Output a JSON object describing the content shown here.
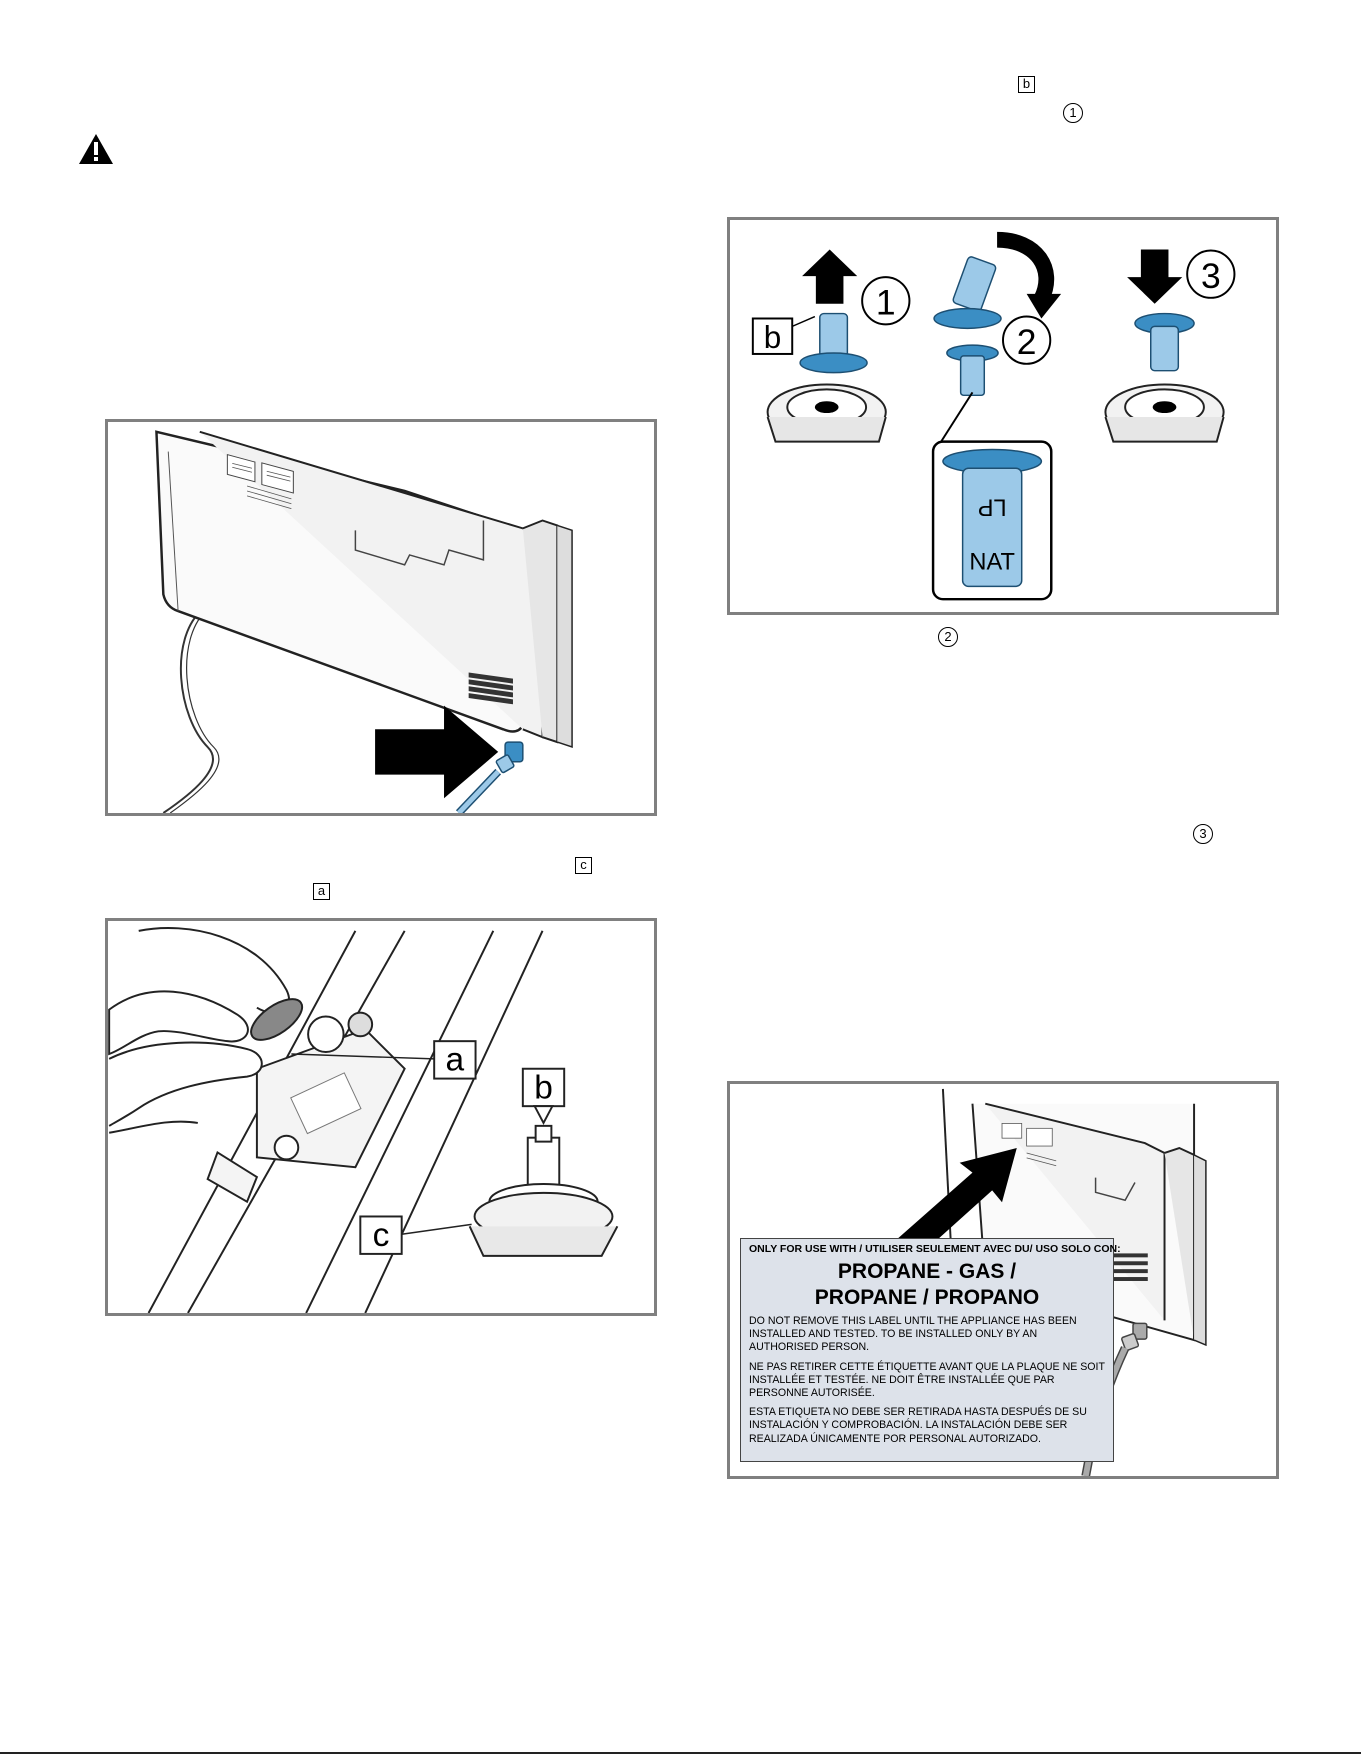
{
  "refs": {
    "b_top": "b",
    "one_top": "1",
    "two_mid": "2",
    "three_mid": "3",
    "c_left": "c",
    "a_left": "a"
  },
  "figure_nozzle": {
    "callout_b": "b",
    "step1": "1",
    "step2": "2",
    "step3": "3",
    "nozzle_lp": "LP",
    "nozzle_nat": "NAT"
  },
  "figure_regulator": {
    "callout_a": "a",
    "callout_b": "b",
    "callout_c": "c"
  },
  "label": {
    "header": "ONLY FOR USE WITH / UTILISER SEULEMENT AVEC DU/ USO SOLO CON:",
    "line1": "PROPANE - GAS /",
    "line2": "PROPANE / PROPANO",
    "en": "DO NOT REMOVE THIS LABEL UNTIL THE APPLIANCE HAS BEEN INSTALLED AND TESTED. TO BE INSTALLED ONLY BY AN AUTHORISED PERSON.",
    "fr": "NE PAS RETIRER CETTE ÉTIQUETTE AVANT QUE LA PLAQUE NE SOIT INSTALLÉE ET TESTÉE. NE DOIT ÊTRE INSTALLÉE QUE PAR PERSONNE AUTORISÉE.",
    "es": "ESTA ETIQUETA NO DEBE SER RETIRADA HASTA DESPUÉS DE SU INSTALACIÓN Y COMPROBACIÓN. LA INSTALACIÓN DEBE SER REALIZADA ÚNICAMENTE POR PERSONAL AUTORIZADO."
  },
  "colors": {
    "accent_blue": "#3b8ec4",
    "light_blue": "#9cc9e8",
    "frame_gray": "#808080",
    "label_bg": "#dde2ea"
  }
}
